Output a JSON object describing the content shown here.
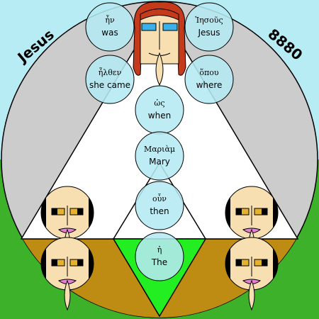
{
  "title": "Jesus",
  "number": "8880",
  "colors": {
    "sky": "#b7ecf4",
    "grass": "#3db12a",
    "disc": "#cccccc",
    "brown": "#be8c12",
    "inner_triangle": "#22ee22",
    "bubble": "#b5e9f2",
    "skin": "#f7dfb2",
    "hair_red": "#c63a1c",
    "hair_black": "#000000"
  },
  "words": [
    {
      "greek": "ἦν",
      "english": "was"
    },
    {
      "greek": "Ἰησοῦς",
      "english": "Jesus"
    },
    {
      "greek": "ἦλθεν",
      "english": "she came"
    },
    {
      "greek": "ὅπου",
      "english": "where"
    },
    {
      "greek": "ὡς",
      "english": "when"
    },
    {
      "greek": "Μαριὰμ",
      "english": "Mary"
    },
    {
      "greek": "οὖν",
      "english": "then"
    },
    {
      "greek": "ἡ",
      "english": "The"
    }
  ]
}
